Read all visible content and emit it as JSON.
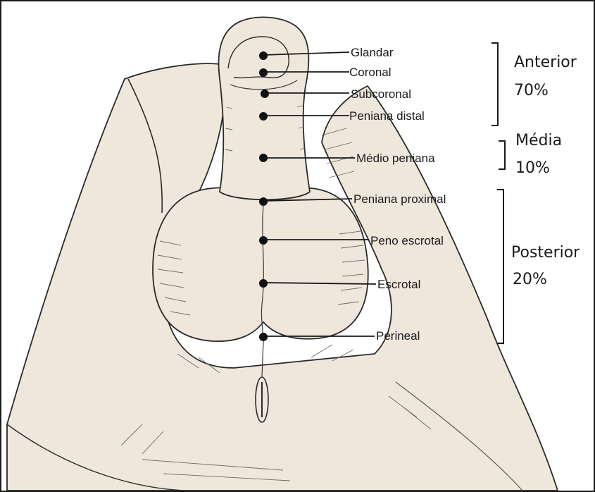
{
  "labels": [
    "Glandar",
    "Coronal",
    "Subcoronal",
    "Peniana distal",
    "Médio peniana",
    "Peniana proximal",
    "Peno escrotal",
    "Escrotal",
    "Perineal"
  ],
  "groups": [
    {
      "name": "Anterior",
      "percent": "70%"
    },
    {
      "name": "Média",
      "percent": "10%"
    },
    {
      "name": "Posterior",
      "percent": "20%"
    }
  ],
  "colors": {
    "skin": "#efe7dc",
    "outline": "#2a2a2a",
    "ink": "#1a1a1a"
  }
}
